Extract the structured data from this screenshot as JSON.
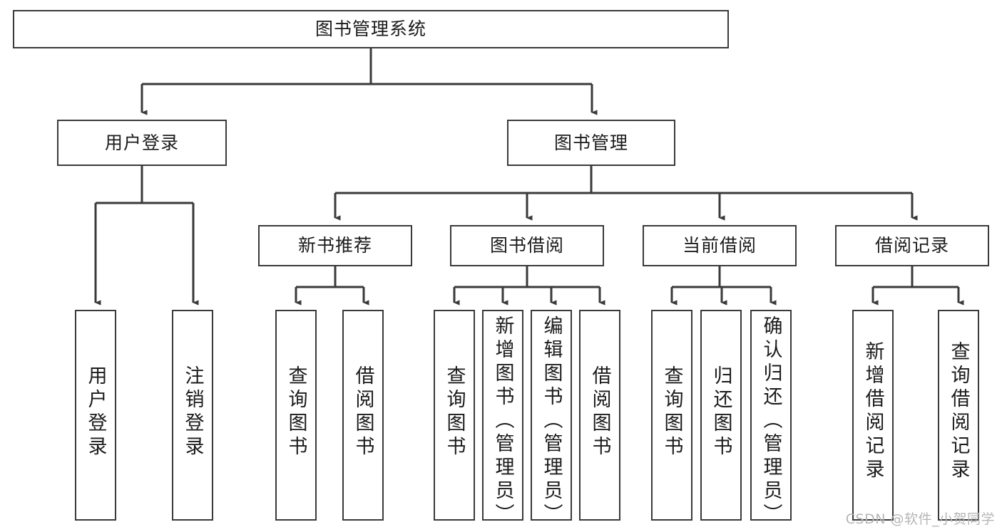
{
  "diagram": {
    "title": "图书管理系统",
    "type": "tree-hierarchy-diagram",
    "colors": {
      "box_border": "#3a3a3a",
      "box_fill": "#ffffff",
      "edge": "#3a3a3a",
      "text": "#1b1b1b",
      "watermark": "#b6b6b6",
      "background": "#ffffff"
    },
    "root": {
      "label": "图书管理系统"
    },
    "level2": [
      {
        "label": "用户登录"
      },
      {
        "label": "图书管理"
      }
    ],
    "level3": [
      {
        "label": "新书推荐"
      },
      {
        "label": "图书借阅"
      },
      {
        "label": "当前借阅"
      },
      {
        "label": "借阅记录"
      }
    ],
    "leaves": [
      {
        "label": "用户登录",
        "parent": "用户登录"
      },
      {
        "label": "注销登录",
        "parent": "用户登录"
      },
      {
        "label": "查询图书",
        "parent": "新书推荐"
      },
      {
        "label": "借阅图书",
        "parent": "新书推荐"
      },
      {
        "label": "查询图书",
        "parent": "图书借阅"
      },
      {
        "label": "新增图书（管理员）",
        "parent": "图书借阅"
      },
      {
        "label": "编辑图书（管理员）",
        "parent": "图书借阅"
      },
      {
        "label": "借阅图书",
        "parent": "图书借阅"
      },
      {
        "label": "查询图书",
        "parent": "当前借阅"
      },
      {
        "label": "归还图书",
        "parent": "当前借阅"
      },
      {
        "label": "确认归还（管理员）",
        "parent": "当前借阅"
      },
      {
        "label": "新增借阅记录",
        "parent": "借阅记录"
      },
      {
        "label": "查询借阅记录",
        "parent": "借阅记录"
      }
    ],
    "watermark": "CSDN @软件_小贺同学"
  }
}
